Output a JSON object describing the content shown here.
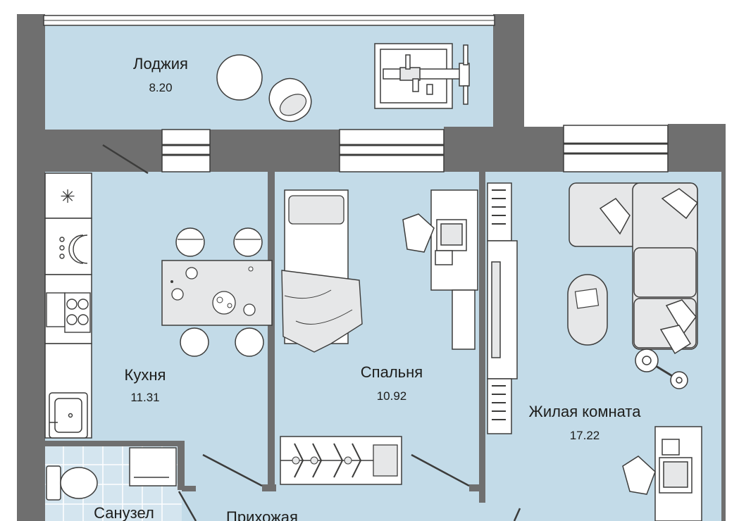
{
  "rooms": {
    "loggia": {
      "name": "Лоджия",
      "area": "8.20"
    },
    "kitchen": {
      "name": "Кухня",
      "area": "11.31"
    },
    "bedroom": {
      "name": "Спальня",
      "area": "10.92"
    },
    "living": {
      "name": "Жилая комната",
      "area": "17.22"
    },
    "bathroom": {
      "name": "Санузел"
    },
    "hallway": {
      "name": "Прихожая"
    }
  },
  "colors": {
    "floor": "#c3dbe8",
    "wall": "#6f6f6f",
    "furniture_fill": "#e6e7e8",
    "outline": "#3c3c3b",
    "window": "#ffffff"
  }
}
